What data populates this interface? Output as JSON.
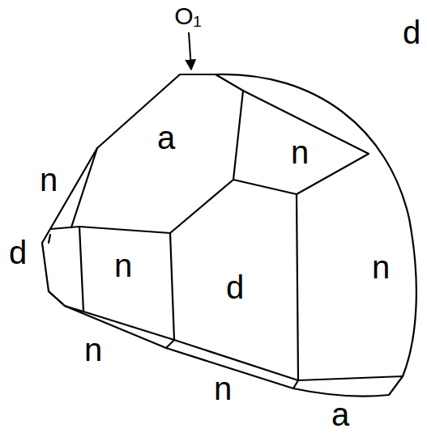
{
  "diagram": {
    "labels": [
      "O₁",
      "d",
      "n",
      "a",
      "n",
      "d",
      "n",
      "d",
      "n",
      "n",
      "n",
      "a"
    ]
  }
}
